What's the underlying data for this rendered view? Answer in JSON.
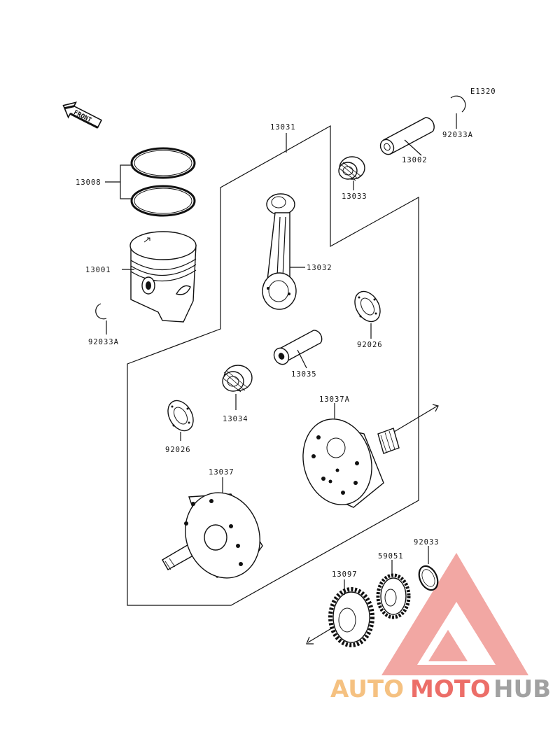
{
  "diagram_code": "E1320",
  "front_label": "FRONT",
  "labels": {
    "p13031": "13031",
    "p13002": "13002",
    "p92033A_top": "92033A",
    "p13033": "13033",
    "p13008": "13008",
    "p13001": "13001",
    "p13032": "13032",
    "p92033A_left": "92033A",
    "p92026_right": "92026",
    "p13035": "13035",
    "p13034": "13034",
    "p92026_left": "92026",
    "p13037A": "13037A",
    "p13037": "13037",
    "p92033": "92033",
    "p59051": "59051",
    "p13097": "13097"
  },
  "watermark": {
    "part1": "AUTO",
    "part2": "MOTO",
    "part3": "HUB",
    "color_orange": "#f3b262",
    "color_red": "#e84b43",
    "color_gray": "#8a8a8a"
  }
}
